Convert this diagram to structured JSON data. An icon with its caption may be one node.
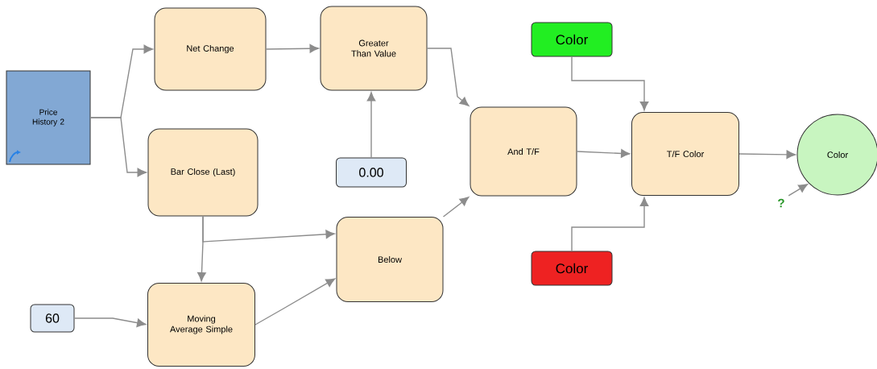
{
  "diagram": {
    "nodes": [
      {
        "text": [
          "Price History 2"
        ]
      },
      {
        "text": [
          "Net Change"
        ]
      },
      {
        "text": [
          "Greater Than Value"
        ]
      },
      {
        "text": [
          "Bar Close (Last)"
        ]
      },
      {
        "text": [
          "0.00"
        ]
      },
      {
        "text": [
          "Color"
        ]
      },
      {
        "text": [
          "And T/F"
        ]
      },
      {
        "text": [
          "T/F Color"
        ]
      },
      {
        "text": [
          "Color"
        ]
      },
      {
        "text": [
          "Below"
        ]
      },
      {
        "text": [
          "Color"
        ]
      },
      {
        "text": [
          "60"
        ]
      },
      {
        "text": [
          "Moving Average Simple"
        ]
      },
      {
        "text": [
          "?"
        ]
      }
    ],
    "edges": [
      {
        "from": 0,
        "to": 1,
        "arrow": "to"
      },
      {
        "from": 0,
        "to": 3,
        "arrow": "to"
      },
      {
        "from": 1,
        "to": 2,
        "arrow": "to"
      },
      {
        "from": 4,
        "to": 2,
        "arrow": "to"
      },
      {
        "from": 2,
        "to": 6,
        "arrow": "to"
      },
      {
        "from": 3,
        "to": 12,
        "arrow": "to"
      },
      {
        "from": 3,
        "to": 9,
        "arrow": "to"
      },
      {
        "from": 12,
        "to": 9,
        "arrow": "to"
      },
      {
        "from": 9,
        "to": 6,
        "arrow": "to"
      },
      {
        "from": 11,
        "to": 12,
        "arrow": "to"
      },
      {
        "from": 5,
        "to": 7,
        "arrow": "to"
      },
      {
        "from": 10,
        "to": 7,
        "arrow": "to"
      },
      {
        "from": 6,
        "to": 7,
        "arrow": "to"
      },
      {
        "from": 7,
        "to": 8,
        "arrow": "to"
      },
      {
        "from": 13,
        "to": 8,
        "arrow": "to"
      }
    ]
  }
}
